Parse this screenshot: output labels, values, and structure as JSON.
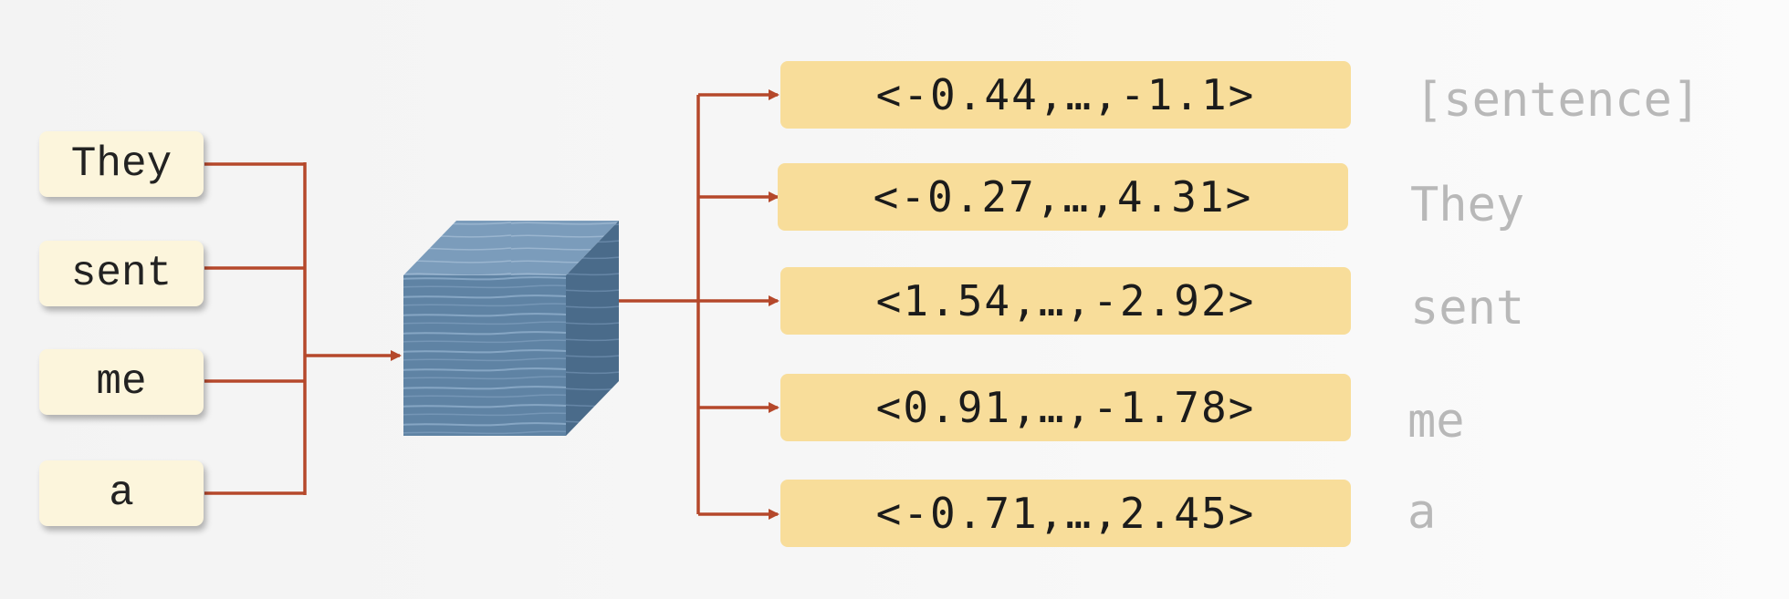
{
  "input_tokens": [
    "They",
    "sent",
    "me",
    "a"
  ],
  "output_vectors": [
    "<-0.44,…,-1.1>",
    "<-0.27,…,4.31>",
    "<1.54,…,-2.92>",
    "<0.91,…,-1.78>",
    "<-0.71,…,2.45>"
  ],
  "output_labels": [
    "[sentence]",
    "They",
    "sent",
    "me",
    "a"
  ],
  "colors": {
    "wire": "#b5482b",
    "token_fill": "#fcf5dc",
    "vector_fill": "#f8dd9a",
    "cube_front": "#5f83a4",
    "cube_top": "#7b9cbb",
    "cube_side": "#4a6b8a",
    "label_gray": "#b8b8b8"
  },
  "model_icon": "encoder-cube"
}
